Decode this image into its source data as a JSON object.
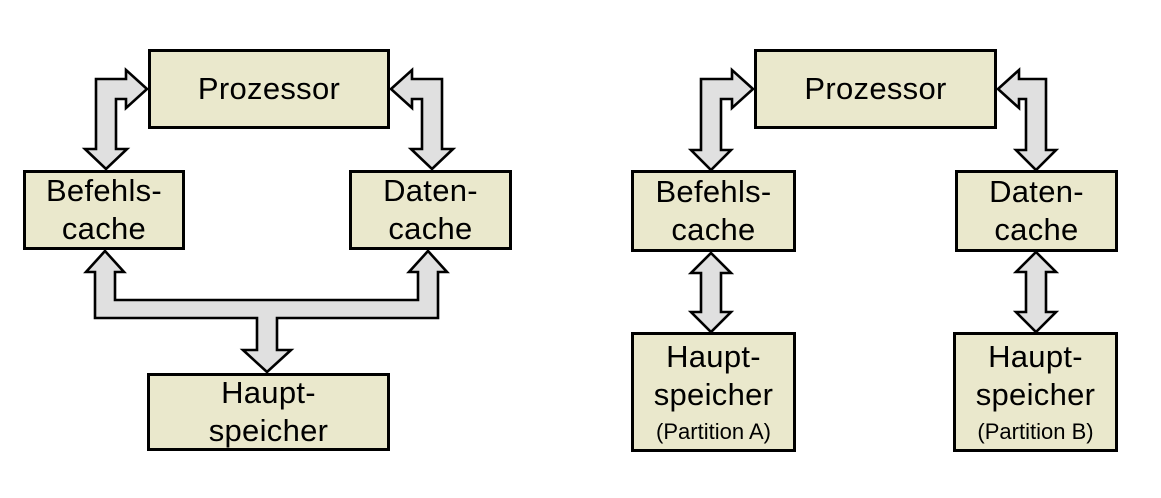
{
  "colors": {
    "background": "#ffffff",
    "box_fill": "#eae8cc",
    "box_border": "#000000",
    "arrow_fill": "#e0e0e0",
    "arrow_border": "#000000",
    "text": "#000000"
  },
  "left_diagram": {
    "prozessor": {
      "label": "Prozessor"
    },
    "befehls_cache": {
      "line1": "Befehls-",
      "line2": "cache"
    },
    "daten_cache": {
      "line1": "Daten-",
      "line2": "cache"
    },
    "haupt_speicher": {
      "line1": "Haupt-",
      "line2": "speicher"
    }
  },
  "right_diagram": {
    "prozessor": {
      "label": "Prozessor"
    },
    "befehls_cache": {
      "line1": "Befehls-",
      "line2": "cache"
    },
    "daten_cache": {
      "line1": "Daten-",
      "line2": "cache"
    },
    "haupt_speicher_a": {
      "line1": "Haupt-",
      "line2": "speicher",
      "sublabel": "(Partition A)"
    },
    "haupt_speicher_b": {
      "line1": "Haupt-",
      "line2": "speicher",
      "sublabel": "(Partition B)"
    }
  }
}
